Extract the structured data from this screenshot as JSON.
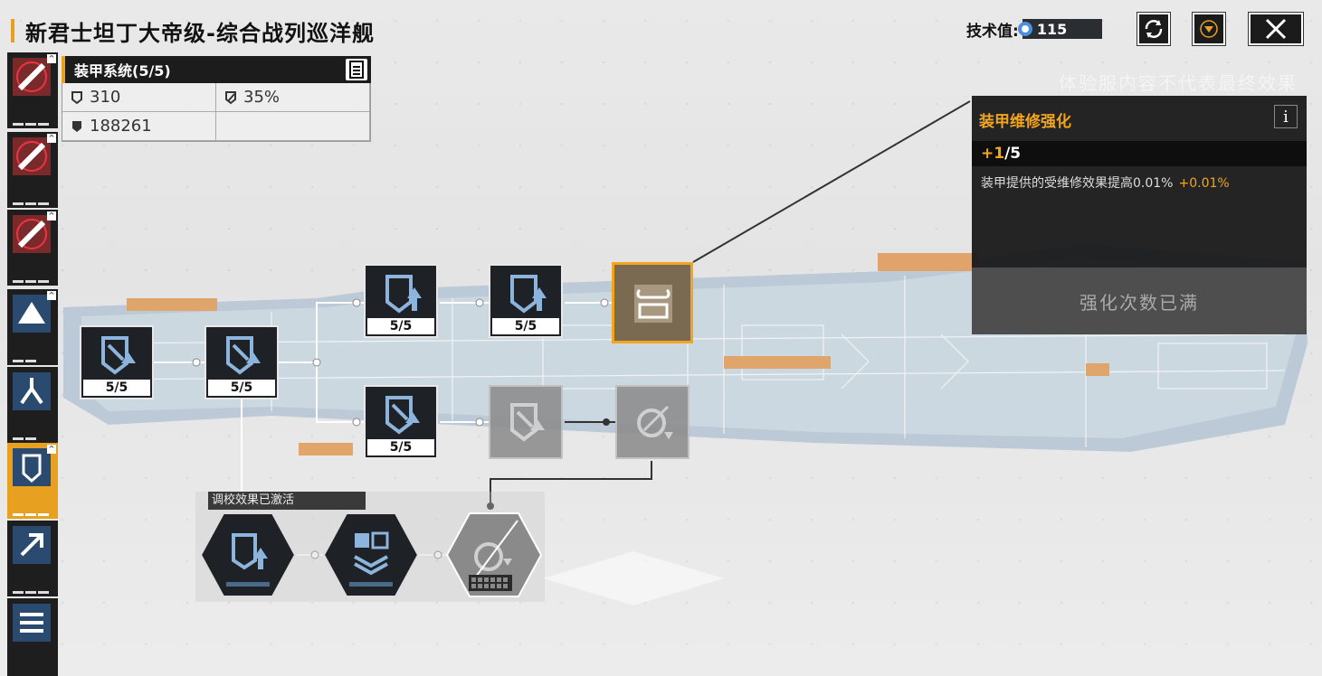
{
  "header": {
    "title": "新君士坦丁大帝级-综合战列巡洋舰",
    "tech_label": "技术值:",
    "tech_value": "115"
  },
  "watermark": "体验服内容不代表最终效果",
  "stats": {
    "title": "装甲系统(5/5)",
    "armor": "310",
    "armor_pct": "35%",
    "hp": "188261"
  },
  "nodes": {
    "n1_count": "5/5",
    "n2_count": "5/5",
    "n3_count": "5/5",
    "n4_count": "5/5",
    "n5_count": "5/5"
  },
  "calibration": {
    "label": "调校效果已激活"
  },
  "tooltip": {
    "title": "装甲维修强化",
    "info": "i",
    "level_plus": "+1",
    "level_rest": "/5",
    "desc": "装甲提供的受维修效果提高0.01%",
    "bonus": "+0.01%",
    "button": "强化次数已满"
  },
  "colors": {
    "accent": "#f2a51e",
    "node_dark": "#1e2126",
    "panel": "#141414"
  }
}
